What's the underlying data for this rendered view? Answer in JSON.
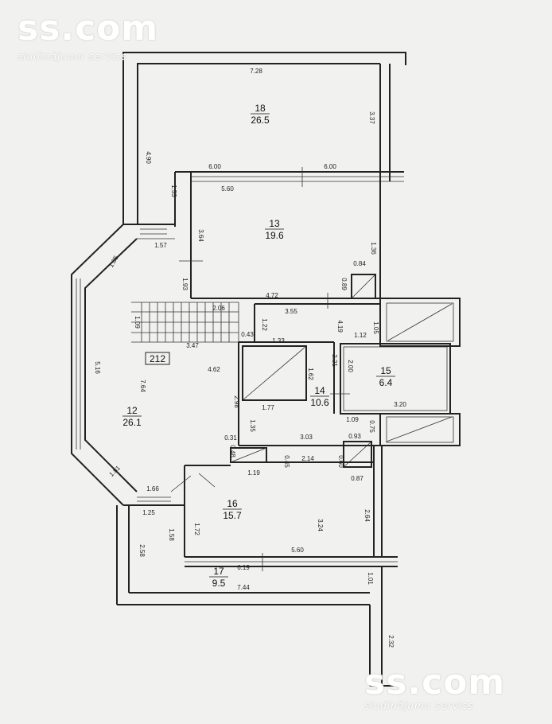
{
  "watermark": {
    "brand": "ss.com",
    "tagline": "sludinājumu serviss"
  },
  "apartment_label": "212",
  "rooms": [
    {
      "id": "12",
      "area": "26.1"
    },
    {
      "id": "13",
      "area": "19.6"
    },
    {
      "id": "14",
      "area": "10.6"
    },
    {
      "id": "15",
      "area": "6.4"
    },
    {
      "id": "16",
      "area": "15.7"
    },
    {
      "id": "17",
      "area": "9.5"
    },
    {
      "id": "18",
      "area": "26.5"
    }
  ],
  "dimensions": [
    "7.28",
    "3.37",
    "4.90",
    "6.00",
    "6.00",
    "5.60",
    "1.53",
    "3.64",
    "1.36",
    "0.84",
    "1.57",
    "1.85",
    "0.89",
    "1.93",
    "4.72",
    "2.06",
    "3.55",
    "1.09",
    "1.22",
    "4.19",
    "1.05",
    "1.12",
    "3.47",
    "0.43",
    "1.33",
    "2.21",
    "2.00",
    "5.16",
    "4.62",
    "1.62",
    "3.20",
    "7.64",
    "2.98",
    "1.77",
    "1.09",
    "0.75",
    "1.35",
    "3.03",
    "0.93",
    "0.31",
    "0.48",
    "0.45",
    "2.14",
    "0.60",
    "1.81",
    "1.19",
    "0.87",
    "1.66",
    "1.25",
    "3.24",
    "2.64",
    "1.58",
    "1.72",
    "2.58",
    "5.60",
    "6.19",
    "1.01",
    "7.44",
    "2.32"
  ]
}
